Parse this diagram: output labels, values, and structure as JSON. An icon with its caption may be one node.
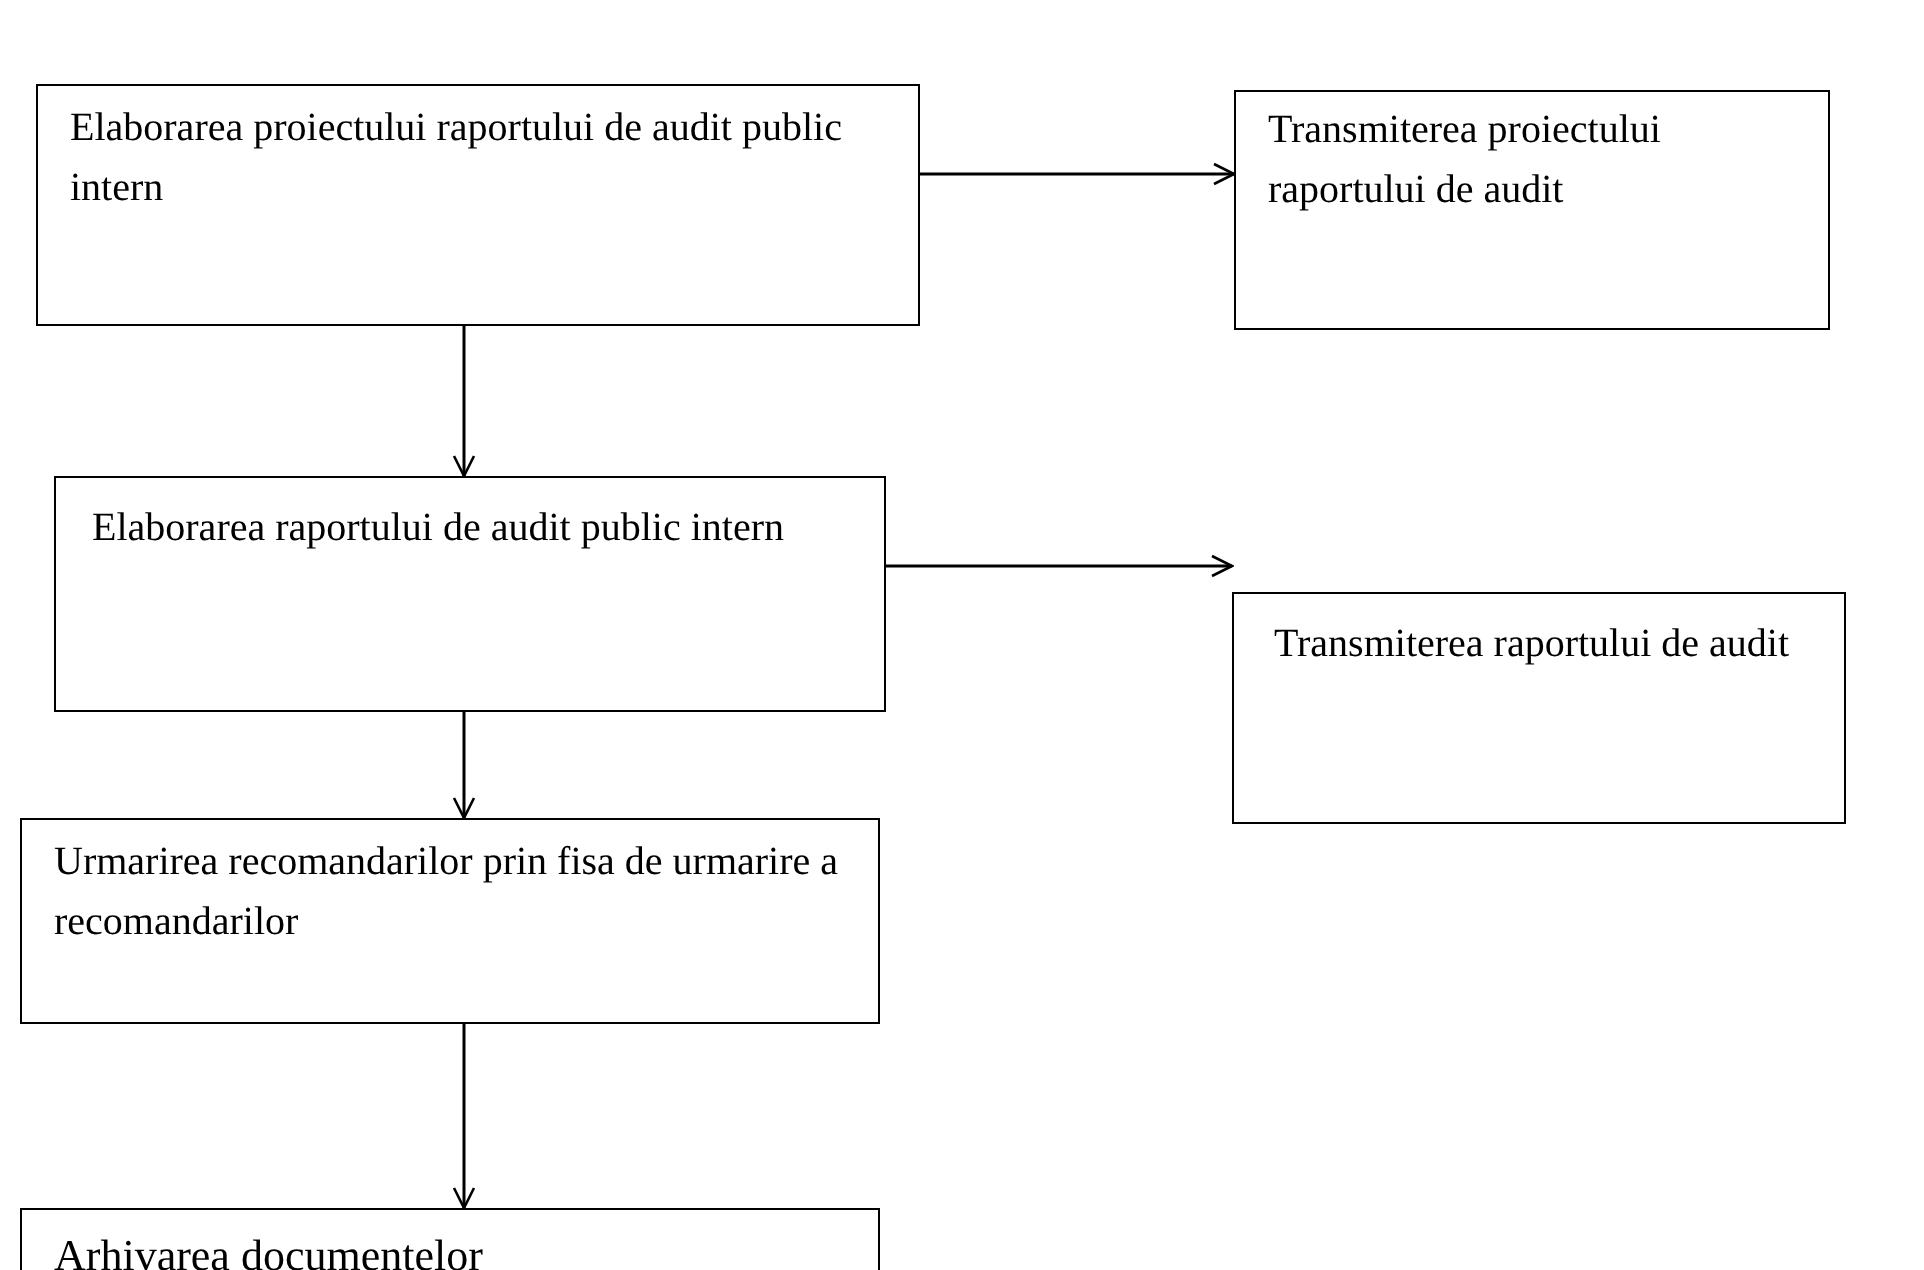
{
  "diagram": {
    "nodes": [
      {
        "text": [
          "Elaborarea proiectului raportului de audit public intern"
        ]
      },
      {
        "text": [
          "Transmiterea proiectului raportului de audit"
        ]
      },
      {
        "text": [
          "Elaborarea raportului de audit public intern"
        ]
      },
      {
        "text": [
          "Transmiterea raportului de audit"
        ]
      },
      {
        "text": [
          "Urmarirea recomandarilor prin fisa de urmarire a recomandarilor"
        ]
      },
      {
        "text": [
          "Arhivarea documentelor"
        ]
      }
    ],
    "edges": [
      {
        "from": 0,
        "to": 1,
        "arrow": "to"
      },
      {
        "from": 0,
        "to": 2,
        "arrow": "to"
      },
      {
        "from": 2,
        "to": 3,
        "arrow": "to"
      },
      {
        "from": 2,
        "to": 4,
        "arrow": "to"
      },
      {
        "from": 4,
        "to": 5,
        "arrow": "to"
      }
    ]
  }
}
